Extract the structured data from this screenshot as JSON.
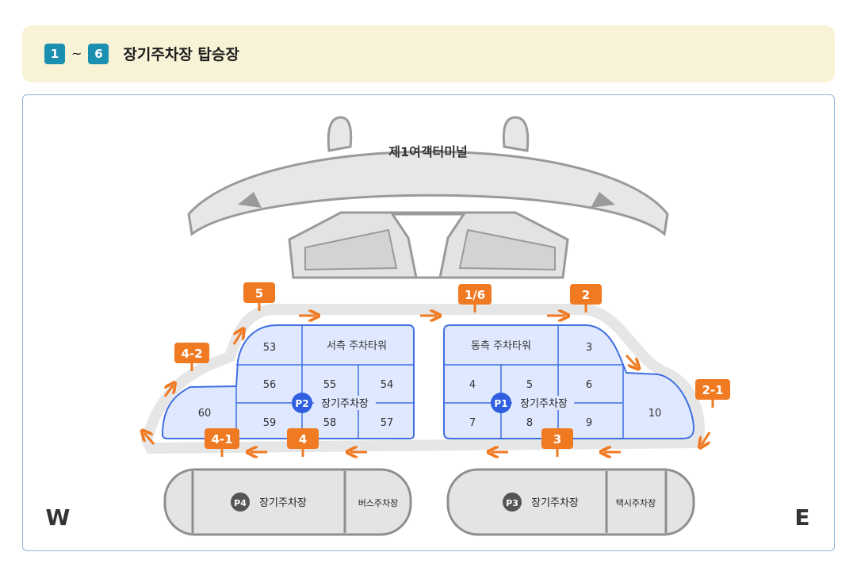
{
  "header": {
    "badge_start": "1",
    "tilde": "~",
    "badge_end": "6",
    "title": "장기주차장 탑승장"
  },
  "map": {
    "terminal_label": "제1여객터미널",
    "directions": {
      "west": "W",
      "east": "E"
    },
    "west_building": {
      "title": "서측 주차타워",
      "lot_badge": "P2",
      "lot_label": "장기주차장",
      "zones": [
        "53",
        "56",
        "55",
        "54",
        "59",
        "58",
        "57",
        "60"
      ]
    },
    "east_building": {
      "title": "동측 주차타워",
      "lot_badge": "P1",
      "lot_label": "장기주차장",
      "zones": [
        "3",
        "4",
        "5",
        "6",
        "7",
        "8",
        "9",
        "10"
      ]
    },
    "p4": {
      "badge": "P4",
      "label": "장기주차장",
      "side_label": "버스주차장"
    },
    "p3": {
      "badge": "P3",
      "label": "장기주차장",
      "side_label": "택시주차장"
    },
    "stops": [
      "5",
      "1/6",
      "2",
      "4-2",
      "2-1",
      "4-1",
      "4",
      "3"
    ],
    "colors": {
      "stop_orange": "#f07a22",
      "lot_blue_fill": "#dfe8ff",
      "lot_blue_stroke": "#3f6fe0",
      "badge_blue": "#2f5fe0",
      "badge_teal": "#1b8fb0",
      "banner_bg": "#f8f3d7"
    }
  }
}
